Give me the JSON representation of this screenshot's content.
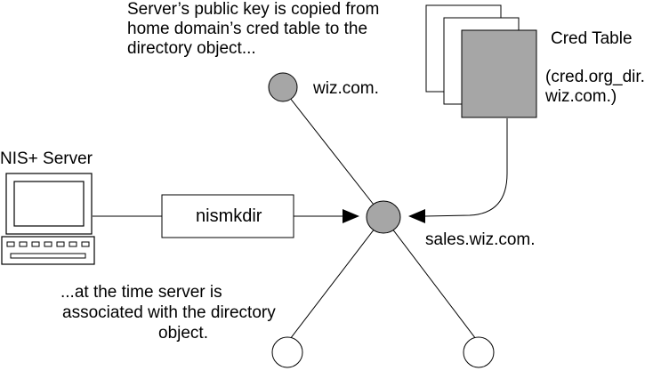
{
  "top_caption": {
    "line1": "Server’s public key is copied from",
    "line2": "home domain’s cred table to the",
    "line3": "directory object..."
  },
  "bottom_caption": {
    "line1": "...at the time server is",
    "line2": "associated with the directory",
    "line3": "object."
  },
  "nodes": {
    "root": "wiz.com.",
    "sub": "sales.wiz.com."
  },
  "cred_table": {
    "title": "Cred Table",
    "name_line1": "(cred.org_dir.",
    "name_line2": "wiz.com.)"
  },
  "server": {
    "label": "NIS+ Server"
  },
  "command": {
    "label": "nismkdir"
  },
  "colors": {
    "node_fill": "#a6a6a6",
    "leaf_fill": "#ffffff",
    "table_front": "#a6a6a6",
    "stroke": "#000000"
  }
}
